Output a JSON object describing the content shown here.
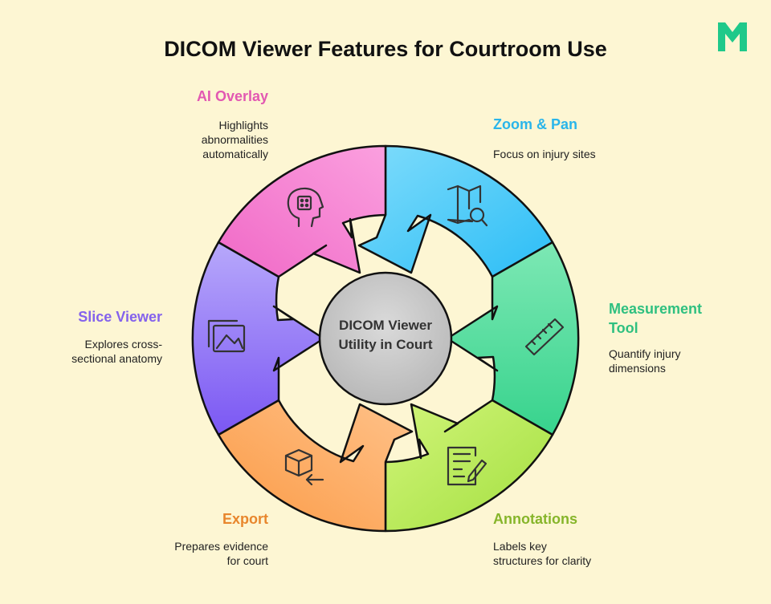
{
  "title": "DICOM Viewer Features for Courtroom Use",
  "center": {
    "line1": "DICOM Viewer",
    "line2": "Utility in Court"
  },
  "brand_color": "#1fc98a",
  "features": [
    {
      "id": "zoom",
      "title": "Zoom & Pan",
      "desc": [
        "Focus on injury sites"
      ],
      "color": "#2ab5ea",
      "icon": "map-search-icon"
    },
    {
      "id": "measure",
      "title": "Measurement",
      "title2": "Tool",
      "desc": [
        "Quantify injury",
        "dimensions"
      ],
      "color": "#2fc080",
      "icon": "ruler-icon"
    },
    {
      "id": "annot",
      "title": "Annotations",
      "desc": [
        "Labels key",
        "structures for clarity"
      ],
      "color": "#86b52a",
      "icon": "document-edit-icon"
    },
    {
      "id": "export",
      "title": "Export",
      "desc": [
        "Prepares evidence",
        "for court"
      ],
      "color": "#e8862c",
      "icon": "box-export-icon"
    },
    {
      "id": "slice",
      "title": "Slice Viewer",
      "desc": [
        "Explores cross-",
        "sectional anatomy"
      ],
      "color": "#8462ec",
      "icon": "image-stack-icon"
    },
    {
      "id": "ai",
      "title": "AI Overlay",
      "desc": [
        "Highlights",
        "abnormalities",
        "automatically"
      ],
      "color": "#e258b2",
      "icon": "ai-head-icon"
    }
  ]
}
